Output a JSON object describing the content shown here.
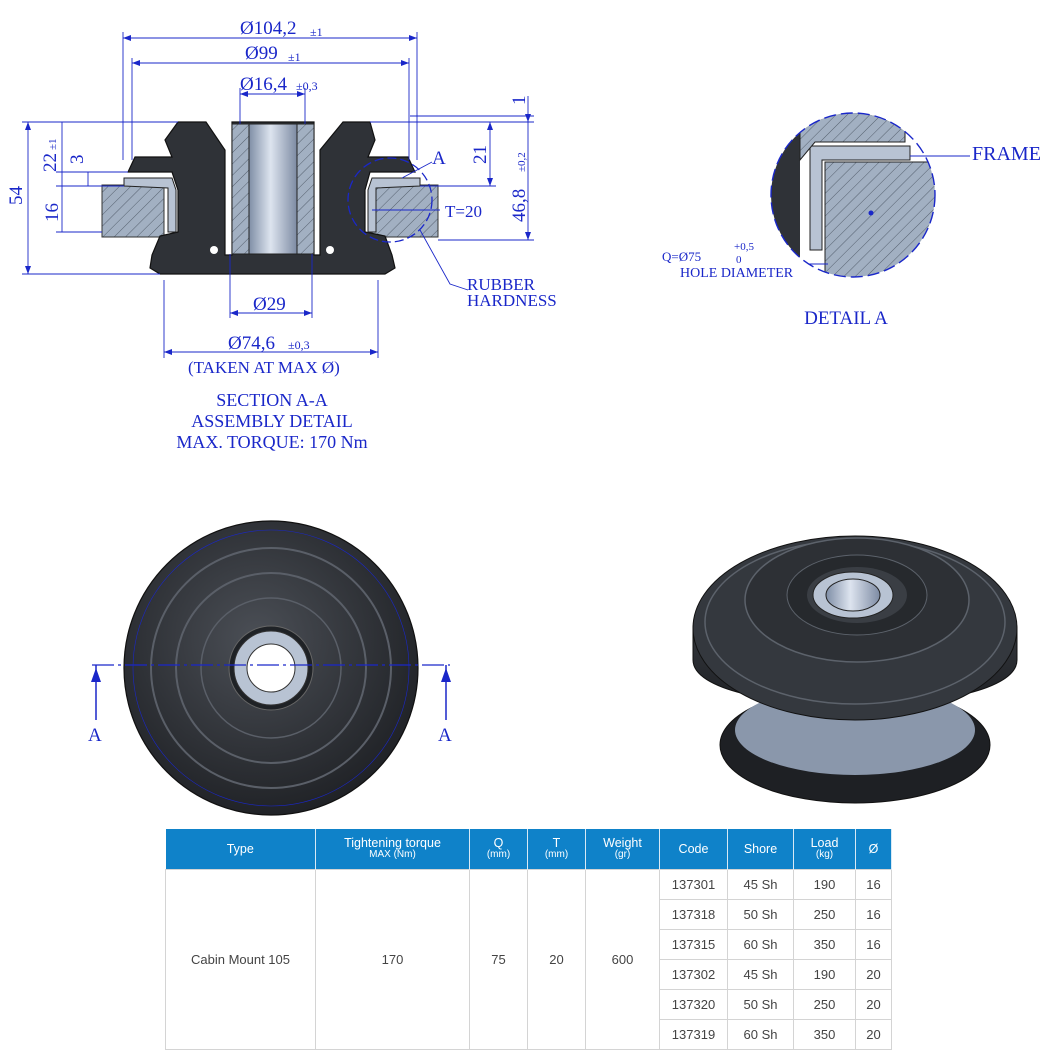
{
  "section": {
    "dims": {
      "d104": "Ø104,2",
      "d104_tol": "±1",
      "d99": "Ø99",
      "d99_tol": "±1",
      "d16": "Ø16,4",
      "d16_tol": "±0,3",
      "d29": "Ø29",
      "d74": "Ø74,6",
      "d74_tol": "±0,3",
      "taken": "(TAKEN AT MAX Ø)",
      "h54": "54",
      "h22": "22",
      "h22_tol": "±1",
      "h3": "3",
      "h16": "16",
      "h1": "1",
      "h21": "21",
      "h46": "46,8",
      "h46_tol": "±0,2",
      "t20": "T=20",
      "markA": "A",
      "rubber1": "RUBBER",
      "rubber2": "HARDNESS"
    },
    "title1": "SECTION A-A",
    "title2": "ASSEMBLY DETAIL",
    "title3": "MAX. TORQUE: 170 Nm"
  },
  "detail": {
    "frame": "FRAME",
    "q_label": "Q=Ø75",
    "q_tol_up": "+0,5",
    "q_tol_low": "0",
    "hole": "HOLE DIAMETER",
    "title": "DETAIL A"
  },
  "views": {
    "cut_left": "A",
    "cut_right": "A"
  },
  "table": {
    "headers": {
      "type": "Type",
      "torque": "Tightening torque",
      "torque_unit": "MAX (Nm)",
      "q": "Q",
      "q_unit": "(mm)",
      "t": "T",
      "t_unit": "(mm)",
      "weight": "Weight",
      "weight_unit": "(gr)",
      "code": "Code",
      "shore": "Shore",
      "load": "Load",
      "load_unit": "(kg)",
      "dia": "Ø"
    },
    "type": "Cabin Mount 105",
    "torque": "170",
    "q": "75",
    "t": "20",
    "weight": "600",
    "rows": [
      {
        "code": "137301",
        "shore": "45 Sh",
        "load": "190",
        "dia": "16"
      },
      {
        "code": "137318",
        "shore": "50 Sh",
        "load": "250",
        "dia": "16"
      },
      {
        "code": "137315",
        "shore": "60 Sh",
        "load": "350",
        "dia": "16"
      },
      {
        "code": "137302",
        "shore": "45 Sh",
        "load": "190",
        "dia": "20"
      },
      {
        "code": "137320",
        "shore": "50 Sh",
        "load": "250",
        "dia": "20"
      },
      {
        "code": "137319",
        "shore": "60 Sh",
        "load": "350",
        "dia": "20"
      }
    ]
  },
  "colors": {
    "ink": "#1a27c9",
    "rubber": "#2f3237",
    "header": "#0f82c9"
  }
}
